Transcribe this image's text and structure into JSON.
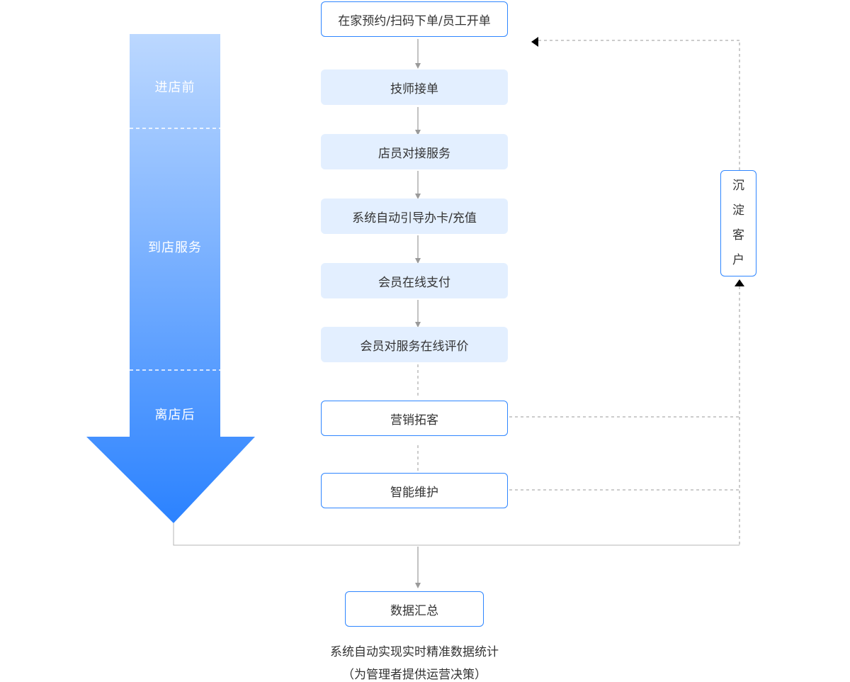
{
  "stages": [
    {
      "id": "pre",
      "label": "进店前"
    },
    {
      "id": "during",
      "label": "到店服务"
    },
    {
      "id": "post",
      "label": "离店后"
    }
  ],
  "flow": [
    {
      "id": "order",
      "label": "在家预约/扫码下单/员工开单",
      "style": "outlined"
    },
    {
      "id": "accept",
      "label": "技师接单",
      "style": "filled"
    },
    {
      "id": "reception",
      "label": "店员对接服务",
      "style": "filled"
    },
    {
      "id": "card",
      "label": "系统自动引导办卡/充值",
      "style": "filled"
    },
    {
      "id": "pay",
      "label": "会员在线支付",
      "style": "filled"
    },
    {
      "id": "review",
      "label": "会员对服务在线评价",
      "style": "filled"
    },
    {
      "id": "marketing",
      "label": "营销拓客",
      "style": "outlined"
    },
    {
      "id": "maintain",
      "label": "智能维护",
      "style": "outlined"
    }
  ],
  "retention": {
    "chars": [
      "沉",
      "淀",
      "客",
      "户"
    ]
  },
  "summary": {
    "label": "数据汇总",
    "caption_line1": "系统自动实现实时精准数据统计",
    "caption_line2": "（为管理者提供运营决策）"
  },
  "colors": {
    "arrow_top": "#bcd8ff",
    "arrow_bottom": "#2b82ff",
    "node_border": "#2f86ff",
    "node_fill": "#e3efff",
    "connector": "#9a9a9a"
  }
}
